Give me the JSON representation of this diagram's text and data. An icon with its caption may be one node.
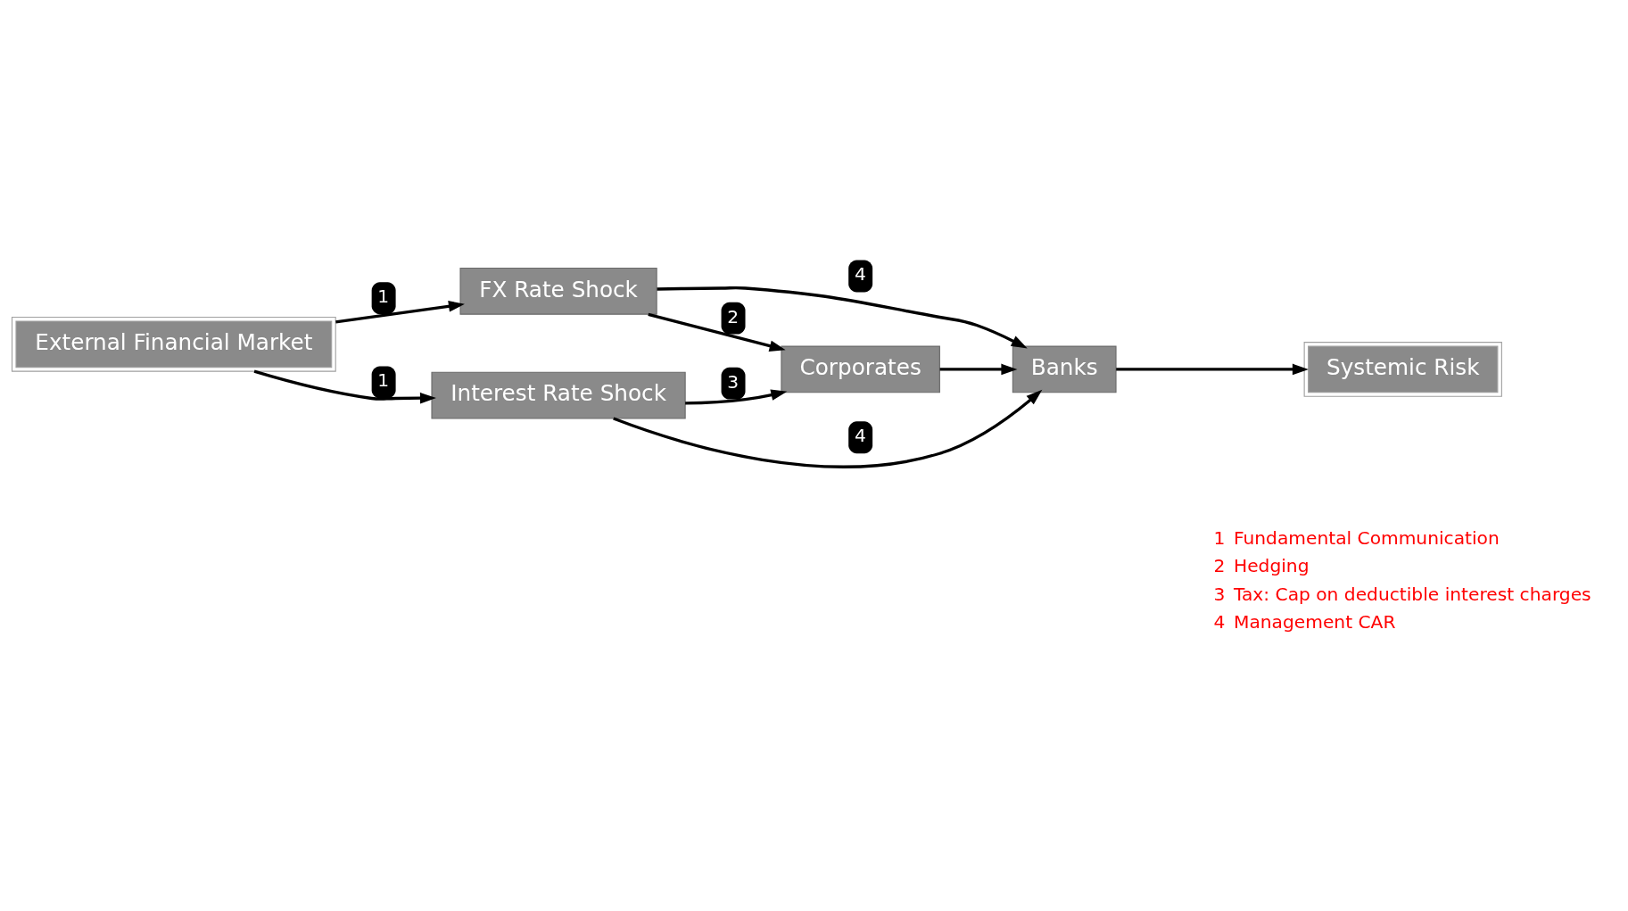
{
  "diagram": {
    "nodes": [
      {
        "text": [
          "External Financial Market"
        ]
      },
      {
        "text": [
          "FX Rate Shock"
        ]
      },
      {
        "text": [
          "Interest Rate Shock"
        ]
      },
      {
        "text": [
          "Corporates"
        ]
      },
      {
        "text": [
          "Banks"
        ]
      },
      {
        "text": [
          "Systemic Risk"
        ]
      }
    ],
    "edges": [
      {
        "from": 0,
        "to": 1,
        "arrow": "to",
        "label": "1"
      },
      {
        "from": 0,
        "to": 2,
        "arrow": "to",
        "label": "1"
      },
      {
        "from": 1,
        "to": 3,
        "arrow": "to",
        "label": "2"
      },
      {
        "from": 2,
        "to": 3,
        "arrow": "to",
        "label": "3"
      },
      {
        "from": 3,
        "to": 4,
        "arrow": "to"
      },
      {
        "from": 1,
        "to": 4,
        "arrow": "to",
        "label": "4"
      },
      {
        "from": 2,
        "to": 4,
        "arrow": "to",
        "label": "4"
      },
      {
        "from": 4,
        "to": 5,
        "arrow": "to"
      }
    ],
    "labels": [
      "1",
      "Fundamental Communication",
      "2",
      "Hedging",
      "3",
      "Tax: Cap on deductible interest charges",
      "4",
      "Management CAR"
    ]
  }
}
